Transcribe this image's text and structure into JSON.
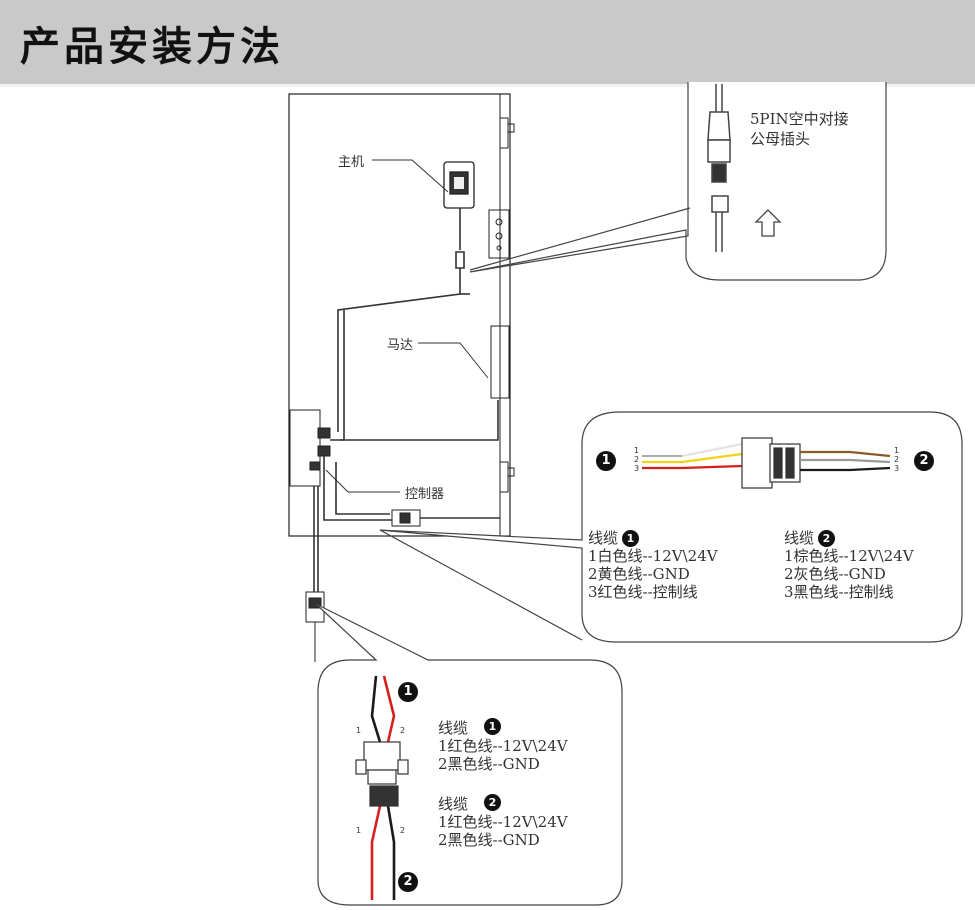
{
  "header": {
    "title": "产品安装方法"
  },
  "labels": {
    "host": "主机",
    "motor": "马达",
    "controller": "控制器"
  },
  "connector_callout": {
    "line1": "5PIN空中对接",
    "line2": "公母插头",
    "arrow_icon": "up-arrow-icon"
  },
  "right_callout": {
    "badge_left": "1",
    "badge_right": "2",
    "pins_left": [
      "1",
      "2",
      "3"
    ],
    "pins_right": [
      "1",
      "2",
      "3"
    ],
    "cable1": {
      "title": "线缆",
      "badge": "1",
      "lines": [
        "1白色线--12V\\24V",
        "2黄色线--GND",
        "3红色线--控制线"
      ]
    },
    "cable2": {
      "title": "线缆",
      "badge": "2",
      "lines": [
        "1棕色线--12V\\24V",
        "2灰色线--GND",
        "3黑色线--控制线"
      ]
    }
  },
  "bottom_callout": {
    "badge_top": "1",
    "badge_bottom": "2",
    "pins_top": [
      "1",
      "2"
    ],
    "pins_bottom": [
      "1",
      "2"
    ],
    "cable1": {
      "title": "线缆",
      "badge": "1",
      "lines": [
        "1红色线--12V\\24V",
        "2黑色线--GND"
      ]
    },
    "cable2": {
      "title": "线缆",
      "badge": "2",
      "lines": [
        "1红色线--12V\\24V",
        "2黑色线--GND"
      ]
    }
  },
  "colors": {
    "header_bg": "#c9c9c9",
    "wire_white": "#e6e6e6",
    "wire_yellow": "#f2d21b",
    "wire_red": "#d61f1f",
    "wire_brown": "#8a5a2b",
    "wire_gray": "#9a9a9a",
    "wire_black": "#1a1a1a"
  }
}
